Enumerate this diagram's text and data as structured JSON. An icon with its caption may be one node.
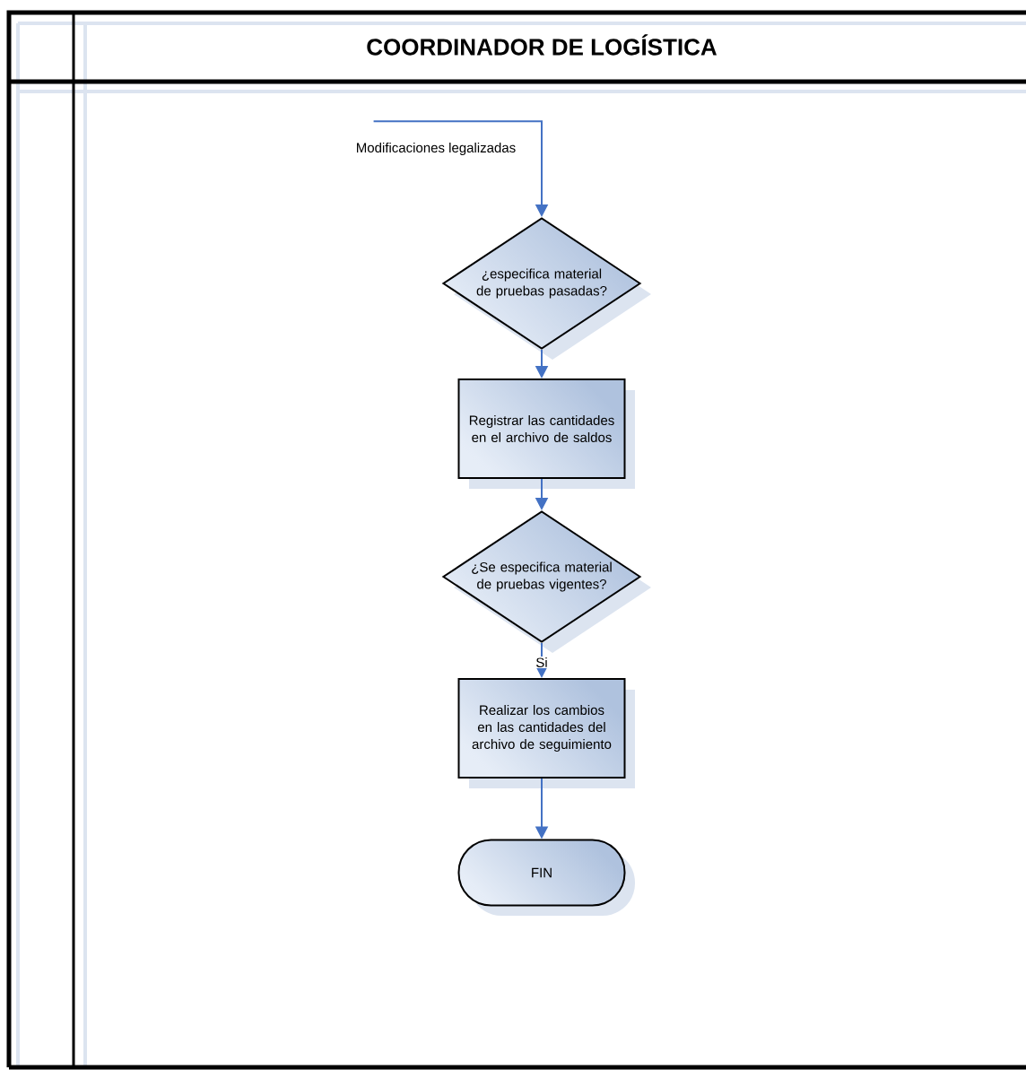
{
  "diagram": {
    "title": "COORDINADOR DE LOGÍSTICA",
    "nodes": [
      {
        "text": [
          "Modificaciones legalizadas"
        ]
      },
      {
        "text": [
          "¿especifica material de pruebas pasadas?"
        ]
      },
      {
        "text": [
          "Registrar las cantidades en el archivo de saldos"
        ]
      },
      {
        "text": [
          "¿Se especifica material de pruebas vigentes?"
        ]
      },
      {
        "text": [
          "Realizar los cambios en las cantidades del archivo de seguimiento"
        ]
      },
      {
        "text": [
          "FIN"
        ]
      }
    ],
    "edges": [
      {
        "from": 0,
        "to": 1,
        "arrow": "to"
      },
      {
        "from": 1,
        "to": 2,
        "arrow": "to"
      },
      {
        "from": 2,
        "to": 3,
        "arrow": "to"
      },
      {
        "from": 3,
        "to": 4,
        "arrow": "to",
        "label": "Si"
      },
      {
        "from": 4,
        "to": 5,
        "arrow": "to"
      }
    ]
  }
}
